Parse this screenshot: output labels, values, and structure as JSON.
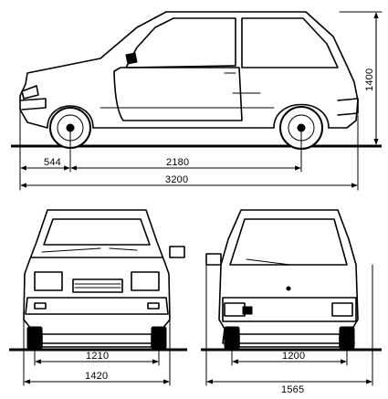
{
  "dimensions": {
    "front_overhang": "544",
    "wheelbase": "2180",
    "overall_length": "3200",
    "overall_height": "1400",
    "front_track": "1210",
    "overall_width": "1420",
    "rear_track": "1200",
    "width_with_mirrors": "1565"
  }
}
